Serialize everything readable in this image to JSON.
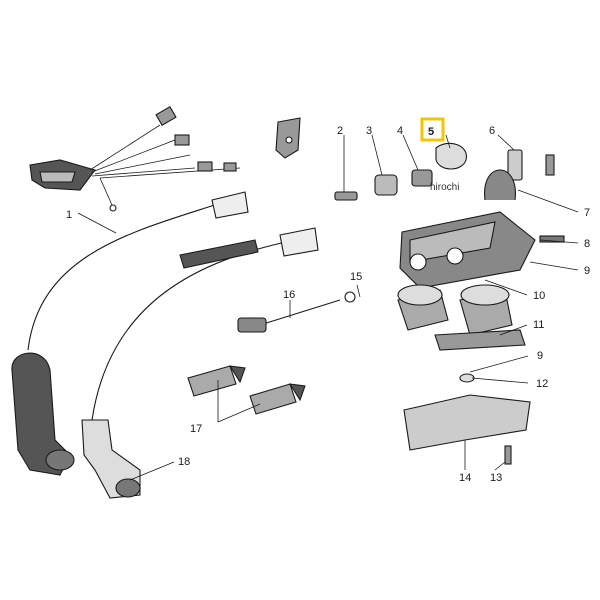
{
  "callouts": {
    "c1": "1",
    "c2": "2",
    "c3": "3",
    "c4": "4",
    "c5": "5",
    "c6": "6",
    "c7": "7",
    "c8": "8",
    "c9a": "9",
    "c9b": "9",
    "c10": "10",
    "c11": "11",
    "c12": "12",
    "c13": "13",
    "c14": "14",
    "c15": "15",
    "c16": "16",
    "c17": "17",
    "c18": "18"
  },
  "watermark": "hirochi",
  "colors": {
    "ink": "#1a1a1a",
    "highlight": "#f5c400",
    "paper": "#ffffff"
  }
}
